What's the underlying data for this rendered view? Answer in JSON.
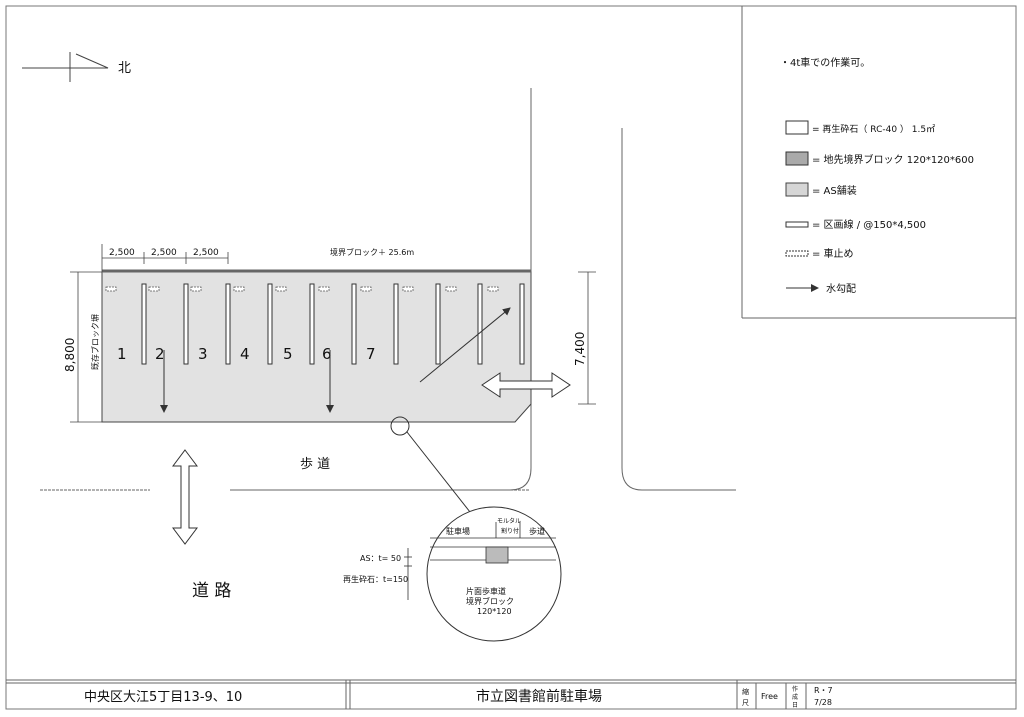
{
  "north_label": "北",
  "legend": {
    "note": "・4t車での作業可。",
    "items": [
      {
        "key": "crushed_stone",
        "text": "= 再生砕石（ RC-40 ） 1.5㎡"
      },
      {
        "key": "boundary_block",
        "text": "= 地先境界ブロック 120*120*600"
      },
      {
        "key": "as_paving",
        "text": "= AS舗装"
      },
      {
        "key": "lane_line",
        "text": "= 区画線 / @150*4,500"
      },
      {
        "key": "wheel_stop",
        "text": "= 車止め"
      },
      {
        "key": "drainage_slope",
        "text": "水勾配"
      }
    ]
  },
  "dimensions": {
    "space_width_1": "2,500",
    "space_width_2": "2,500",
    "space_width_3": "2,500",
    "boundary_block": "境界ブロック＋ 25.6m",
    "lot_depth": "8,800",
    "right_depth": "7,400"
  },
  "existing_block_wall": "既存ブロック塀",
  "parking_numbers": [
    "1",
    "2",
    "3",
    "4",
    "5",
    "6",
    "7"
  ],
  "sidewalk_label": "歩 道",
  "road_label": "道 路",
  "detail": {
    "parking": "駐車場",
    "mortar_top": "モルタル",
    "mortar_bottom": "割り付",
    "sidewalk": "歩道",
    "block_line1": "片面歩車道",
    "block_line2": "境界ブロック",
    "block_size": "120*120"
  },
  "section": {
    "as": "AS：t= 50",
    "stone": "再生砕石：t=150"
  },
  "title_block": {
    "location": "中央区大江5丁目13-9、10",
    "project": "市立図書館前駐車場",
    "scale_label_1": "縮",
    "scale_label_2": "尺",
    "scale_value": "Free",
    "date_label_1": "作",
    "date_label_2": "成",
    "date_label_3": "日",
    "era": "R・7",
    "date": "7/28"
  }
}
